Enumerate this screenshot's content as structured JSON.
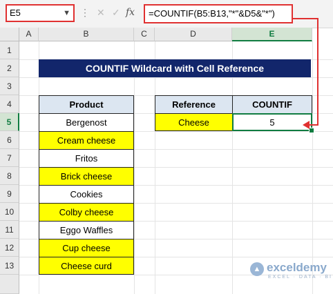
{
  "name_box": "E5",
  "formula_bar": {
    "fx": "fx",
    "formula": "=COUNTIF(B5:B13,\"*\"&D5&\"*\")"
  },
  "columns": [
    "A",
    "B",
    "C",
    "D",
    "E"
  ],
  "rows": [
    "1",
    "2",
    "3",
    "4",
    "5",
    "6",
    "7",
    "8",
    "9",
    "10",
    "11",
    "12",
    "13"
  ],
  "title": "COUNTIF Wildcard with Cell Reference",
  "product_table": {
    "header": "Product",
    "items": [
      "Bergenost",
      "Cream cheese",
      "Fritos",
      "Brick cheese",
      "Cookies",
      "Colby cheese",
      "Eggo Waffles",
      "Cup cheese",
      "Cheese curd"
    ]
  },
  "lookup_table": {
    "header_ref": "Reference",
    "header_count": "COUNTIF",
    "reference": "Cheese",
    "result": "5"
  },
  "watermark": {
    "name": "exceldemy",
    "tagline": "EXCEL · DATA · BI"
  },
  "colors": {
    "accent": "#107c41",
    "title_bg": "#12266b",
    "highlight": "#ffff00",
    "header_bg": "#dce6f1",
    "callout": "#e03030"
  }
}
